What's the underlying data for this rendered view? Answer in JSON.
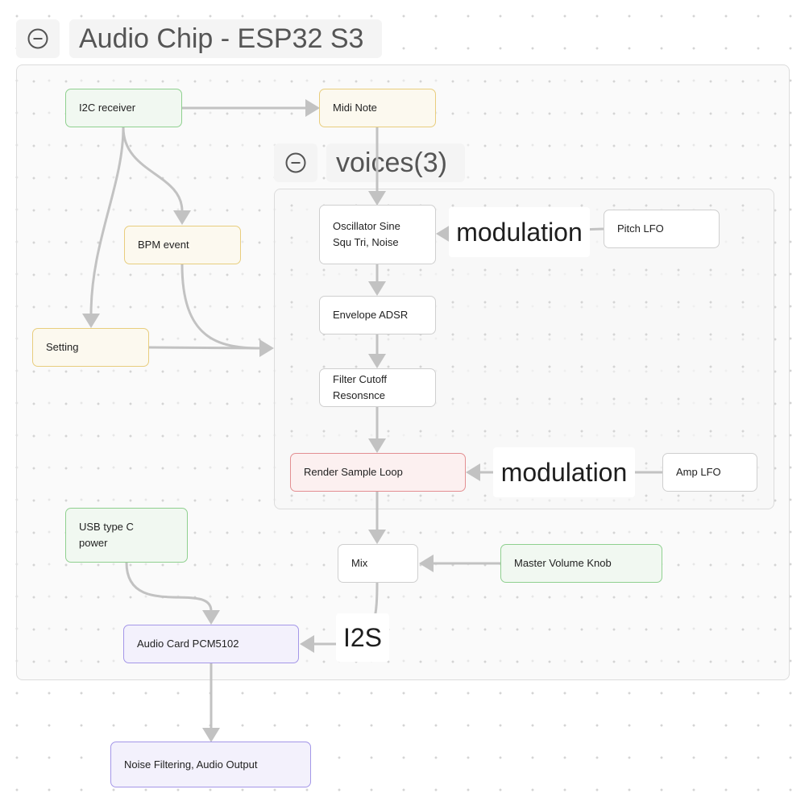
{
  "groups": {
    "main": {
      "title": "Audio Chip - ESP32 S3",
      "collapse_icon": "minus-circle-icon"
    },
    "voices": {
      "title": "voices(3)",
      "collapse_icon": "minus-circle-icon"
    }
  },
  "nodes": {
    "i2c_receiver": {
      "label": "I2C receiver",
      "color": "green"
    },
    "midi_note": {
      "label": "Midi Note",
      "color": "yellow"
    },
    "bpm_event": {
      "label": "BPM event",
      "color": "yellow"
    },
    "setting": {
      "label": "Setting",
      "color": "yellow"
    },
    "oscillator": {
      "label": "Oscillator Sine\nSqu Tri, Noise",
      "color": "white"
    },
    "pitch_lfo": {
      "label": "Pitch LFO",
      "color": "white"
    },
    "envelope": {
      "label": "Envelope ADSR",
      "color": "white"
    },
    "filter": {
      "label": "Filter Cutoff\nResonsnce",
      "color": "white"
    },
    "render_loop": {
      "label": "Render Sample Loop",
      "color": "red"
    },
    "amp_lfo": {
      "label": "Amp LFO",
      "color": "white"
    },
    "usb_power": {
      "label": "USB type C\npower",
      "color": "green"
    },
    "mix": {
      "label": "Mix",
      "color": "white"
    },
    "master_volume": {
      "label": "Master Volume Knob",
      "color": "green"
    },
    "audio_card": {
      "label": "Audio Card PCM5102",
      "color": "purple"
    },
    "noise_filtering": {
      "label": "Noise Filtering, Audio Output",
      "color": "purple"
    }
  },
  "edge_labels": {
    "pitch_modulation": "modulation",
    "amp_modulation": "modulation",
    "i2s": "I2S"
  },
  "edges": [
    {
      "from": "I2C receiver",
      "to": "Midi Note"
    },
    {
      "from": "I2C receiver",
      "to": "BPM event"
    },
    {
      "from": "I2C receiver",
      "to": "Setting"
    },
    {
      "from": "BPM event",
      "to": "voices(3)"
    },
    {
      "from": "Setting",
      "to": "voices(3)"
    },
    {
      "from": "Midi Note",
      "to": "Oscillator Sine Squ Tri, Noise"
    },
    {
      "from": "Pitch LFO",
      "to": "Oscillator Sine Squ Tri, Noise",
      "label": "modulation"
    },
    {
      "from": "Oscillator Sine Squ Tri, Noise",
      "to": "Envelope ADSR"
    },
    {
      "from": "Envelope ADSR",
      "to": "Filter Cutoff Resonsnce"
    },
    {
      "from": "Filter Cutoff Resonsnce",
      "to": "Render Sample Loop"
    },
    {
      "from": "Amp LFO",
      "to": "Render Sample Loop",
      "label": "modulation"
    },
    {
      "from": "Render Sample Loop",
      "to": "Mix"
    },
    {
      "from": "Master Volume Knob",
      "to": "Mix"
    },
    {
      "from": "Mix",
      "to": "Audio Card PCM5102",
      "label": "I2S"
    },
    {
      "from": "USB type C power",
      "to": "Audio Card PCM5102"
    },
    {
      "from": "Audio Card PCM5102",
      "to": "Noise Filtering, Audio Output"
    }
  ],
  "colors": {
    "green_border": "#8fd08f",
    "green_fill": "#f1f8f1",
    "yellow_border": "#e8cd7e",
    "yellow_fill": "#fcf9ef",
    "red_border": "#e38f92",
    "red_fill": "#fcf0f0",
    "purple_border": "#a497e8",
    "purple_fill": "#f3f1fc",
    "edge": "#c2c2c2"
  }
}
